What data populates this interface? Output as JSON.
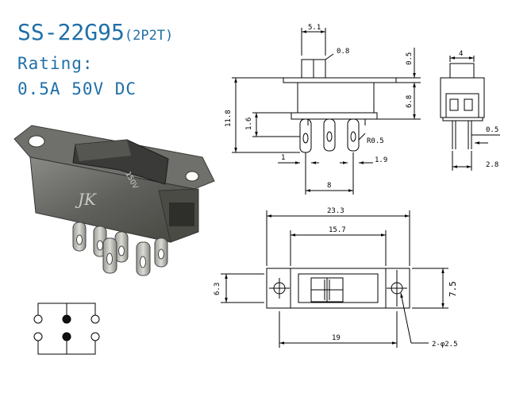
{
  "header": {
    "model": "SS-22G95",
    "poles": "(2P2T)",
    "rating_label": "Rating:",
    "rating_value": "0.5A  50V  DC"
  },
  "photo": {
    "logo_text": "JK",
    "actuator_marking": "150V"
  },
  "side_view": {
    "dims": {
      "d5_1": "5.1",
      "d0_8": "0.8",
      "d0_5": "0.5",
      "d11_8": "11.8",
      "d6_8": "6.8",
      "d1_6": "1.6",
      "r0_5": "R0.5",
      "d1": "1",
      "d1_9": "1.9",
      "d8": "8"
    }
  },
  "end_view": {
    "dims": {
      "d4": "4",
      "d0_5": "0.5",
      "d2_8": "2.8"
    }
  },
  "top_view": {
    "dims": {
      "d23_3": "23.3",
      "d15_7": "15.7",
      "d6_3": "6.3",
      "d7_5": "7.5",
      "d19": "19",
      "holes": "2-φ2.5"
    }
  },
  "colors": {
    "title": "#1f6fa8",
    "line": "#000000"
  }
}
